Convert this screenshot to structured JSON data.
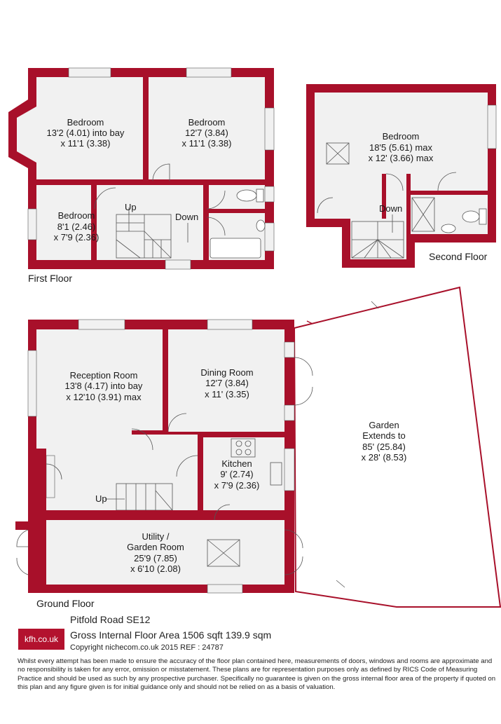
{
  "floors": {
    "first": "First Floor",
    "second": "Second Floor",
    "ground": "Ground Floor"
  },
  "rooms": {
    "bed1": [
      "Bedroom",
      "13'2 (4.01) into bay",
      "x 11'1 (3.38)"
    ],
    "bed2": [
      "Bedroom",
      "12'7 (3.84)",
      "x 11'1 (3.38)"
    ],
    "bed3": [
      "Bedroom",
      "8'1 (2.46)",
      "x 7'9 (2.36)"
    ],
    "bed4": [
      "Bedroom",
      "18'5 (5.61) max",
      "x 12' (3.66) max"
    ],
    "reception": [
      "Reception Room",
      "13'8 (4.17) into bay",
      "x 12'10 (3.91) max"
    ],
    "dining": [
      "Dining Room",
      "12'7 (3.84)",
      "x 11' (3.35)"
    ],
    "kitchen": [
      "Kitchen",
      "9' (2.74)",
      "x 7'9 (2.36)"
    ],
    "utility": [
      "Utility /",
      "Garden Room",
      "25'9 (7.85)",
      "x 6'10 (2.08)"
    ],
    "garden": [
      "Garden",
      "Extends to",
      "85' (25.84)",
      "x 28' (8.53)"
    ]
  },
  "stairs": {
    "up": "Up",
    "down": "Down"
  },
  "footer": {
    "logo": "kfh.co.uk",
    "address": "Pitfold Road  SE12",
    "area": "Gross Internal Floor Area 1506 sqft 139.9 sqm",
    "copyright": "Copyright nichecom.co.uk 2015 REF : 24787",
    "disclaimer": "Whilst every attempt has been made to ensure the accuracy of the floor plan contained here, measurements of doors, windows and rooms are approximate and no responsibility is taken for any error, omission or misstatement.  These plans are for representation purposes only as defined by RICS Code of Measuring Practice and should be used as such by any prospective purchaser.  Specifically no guarantee is given on the gross internal floor area of the property if quoted on this plan and any figure given is for initial guidance only and should not be relied on as a basis of valuation."
  },
  "colors": {
    "wall": "#a8102a",
    "floor": "#f1f1f1",
    "line": "#555555"
  }
}
